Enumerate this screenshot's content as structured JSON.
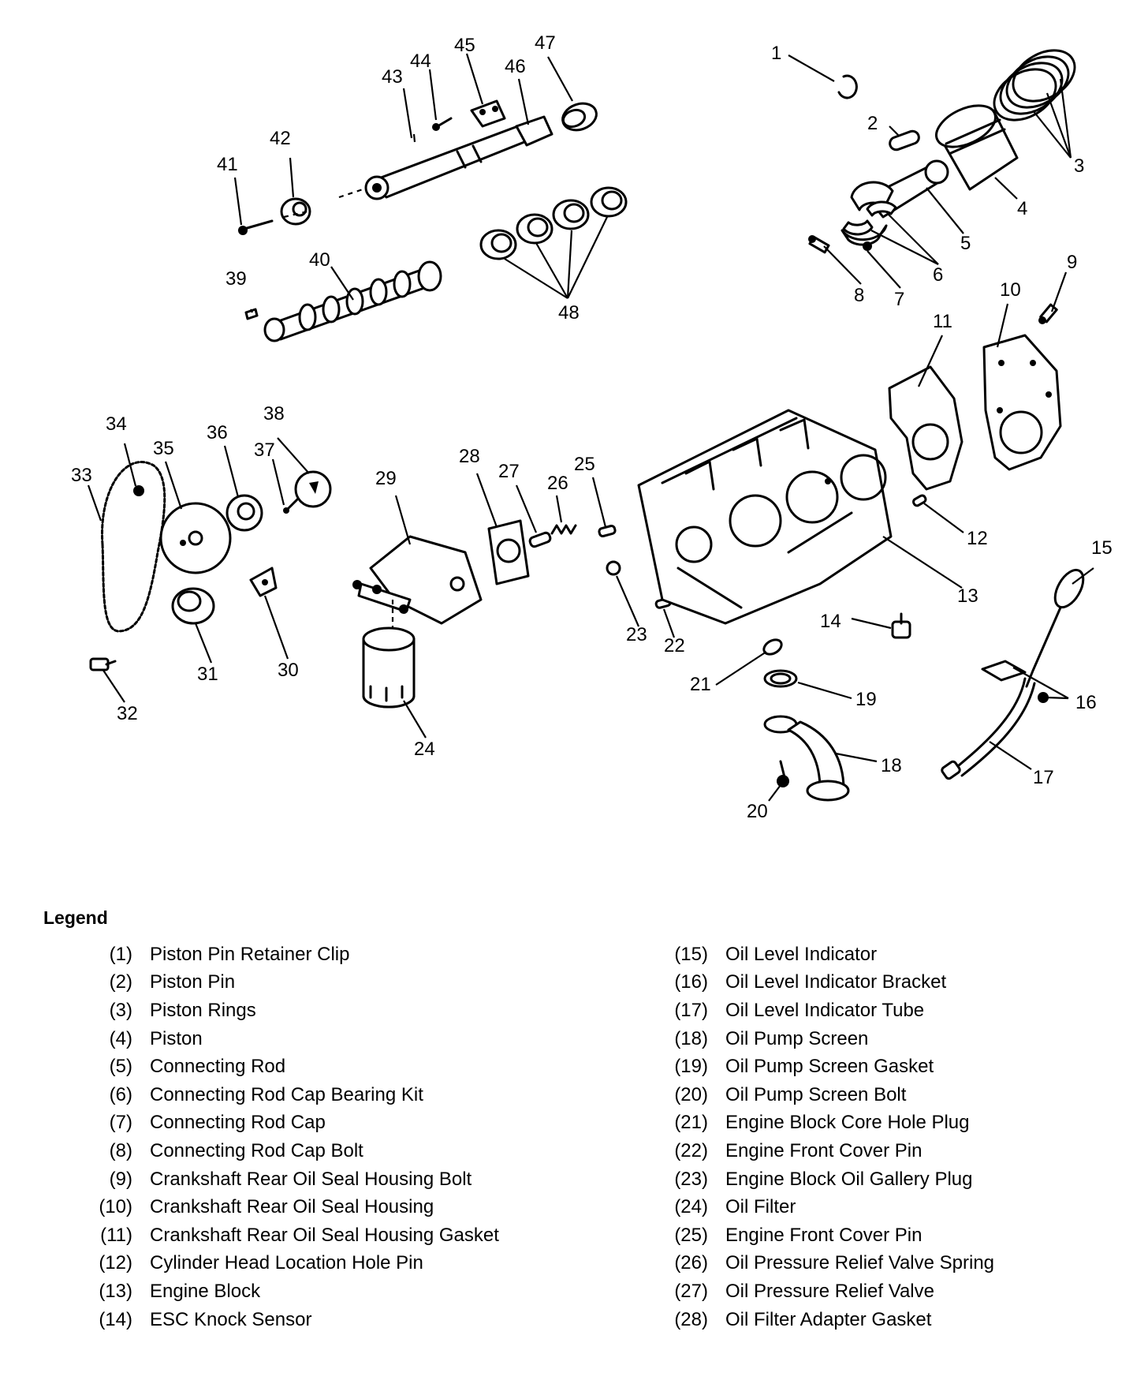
{
  "callouts": [
    "1",
    "2",
    "3",
    "4",
    "5",
    "6",
    "7",
    "8",
    "9",
    "10",
    "11",
    "12",
    "13",
    "14",
    "15",
    "16",
    "17",
    "18",
    "19",
    "20",
    "21",
    "22",
    "23",
    "24",
    "25",
    "26",
    "27",
    "28",
    "29",
    "30",
    "31",
    "32",
    "33",
    "34",
    "35",
    "36",
    "37",
    "38",
    "39",
    "40",
    "41",
    "42",
    "43",
    "44",
    "45",
    "46",
    "47",
    "48"
  ],
  "legend": {
    "title": "Legend",
    "left_column": [
      {
        "num": "(1)",
        "name": "Piston Pin Retainer Clip"
      },
      {
        "num": "(2)",
        "name": "Piston Pin"
      },
      {
        "num": "(3)",
        "name": "Piston Rings"
      },
      {
        "num": "(4)",
        "name": "Piston"
      },
      {
        "num": "(5)",
        "name": "Connecting Rod"
      },
      {
        "num": "(6)",
        "name": "Connecting Rod Cap Bearing Kit"
      },
      {
        "num": "(7)",
        "name": "Connecting Rod Cap"
      },
      {
        "num": "(8)",
        "name": "Connecting Rod Cap Bolt"
      },
      {
        "num": "(9)",
        "name": "Crankshaft Rear Oil Seal Housing Bolt"
      },
      {
        "num": "(10)",
        "name": "Crankshaft Rear Oil Seal Housing"
      },
      {
        "num": "(11)",
        "name": "Crankshaft Rear Oil Seal Housing Gasket"
      },
      {
        "num": "(12)",
        "name": "Cylinder Head Location Hole Pin"
      },
      {
        "num": "(13)",
        "name": "Engine Block"
      },
      {
        "num": "(14)",
        "name": "ESC Knock Sensor"
      }
    ],
    "right_column": [
      {
        "num": "(15)",
        "name": "Oil Level Indicator"
      },
      {
        "num": "(16)",
        "name": "Oil Level Indicator Bracket"
      },
      {
        "num": "(17)",
        "name": "Oil Level Indicator Tube"
      },
      {
        "num": "(18)",
        "name": "Oil Pump Screen"
      },
      {
        "num": "(19)",
        "name": "Oil Pump Screen Gasket"
      },
      {
        "num": "(20)",
        "name": "Oil Pump Screen Bolt"
      },
      {
        "num": "(21)",
        "name": "Engine Block Core Hole Plug"
      },
      {
        "num": "(22)",
        "name": "Engine Front Cover Pin"
      },
      {
        "num": "(23)",
        "name": "Engine Block Oil Gallery Plug"
      },
      {
        "num": "(24)",
        "name": "Oil Filter"
      },
      {
        "num": "(25)",
        "name": "Engine Front Cover Pin"
      },
      {
        "num": "(26)",
        "name": "Oil Pressure Relief Valve Spring"
      },
      {
        "num": "(27)",
        "name": "Oil Pressure Relief Valve"
      },
      {
        "num": "(28)",
        "name": "Oil Filter Adapter Gasket"
      }
    ]
  }
}
